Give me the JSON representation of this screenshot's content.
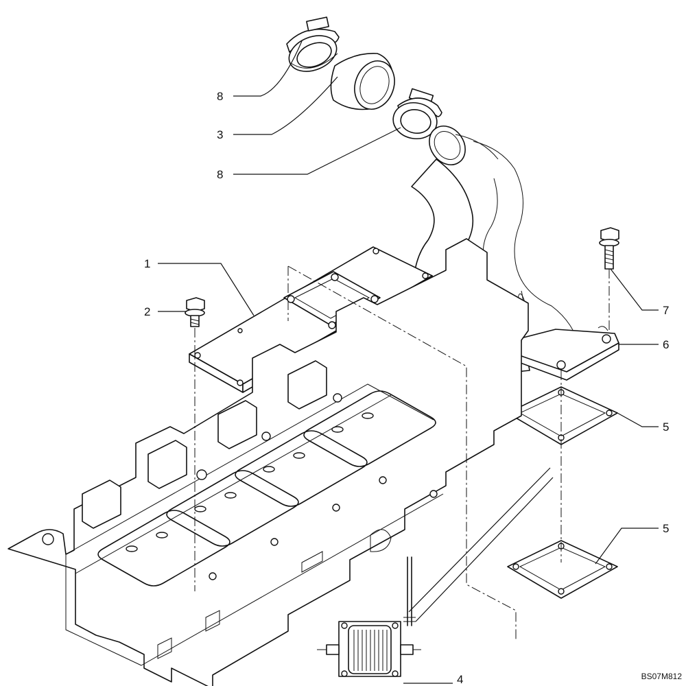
{
  "diagram": {
    "reference_code": "BS07M812",
    "callouts": [
      {
        "id": "c8a",
        "label": "8"
      },
      {
        "id": "c3",
        "label": "3"
      },
      {
        "id": "c8b",
        "label": "8"
      },
      {
        "id": "c1",
        "label": "1"
      },
      {
        "id": "c2",
        "label": "2"
      },
      {
        "id": "c7",
        "label": "7"
      },
      {
        "id": "c6",
        "label": "6"
      },
      {
        "id": "c5a",
        "label": "5"
      },
      {
        "id": "c5b",
        "label": "5"
      },
      {
        "id": "c4",
        "label": "4"
      }
    ]
  }
}
